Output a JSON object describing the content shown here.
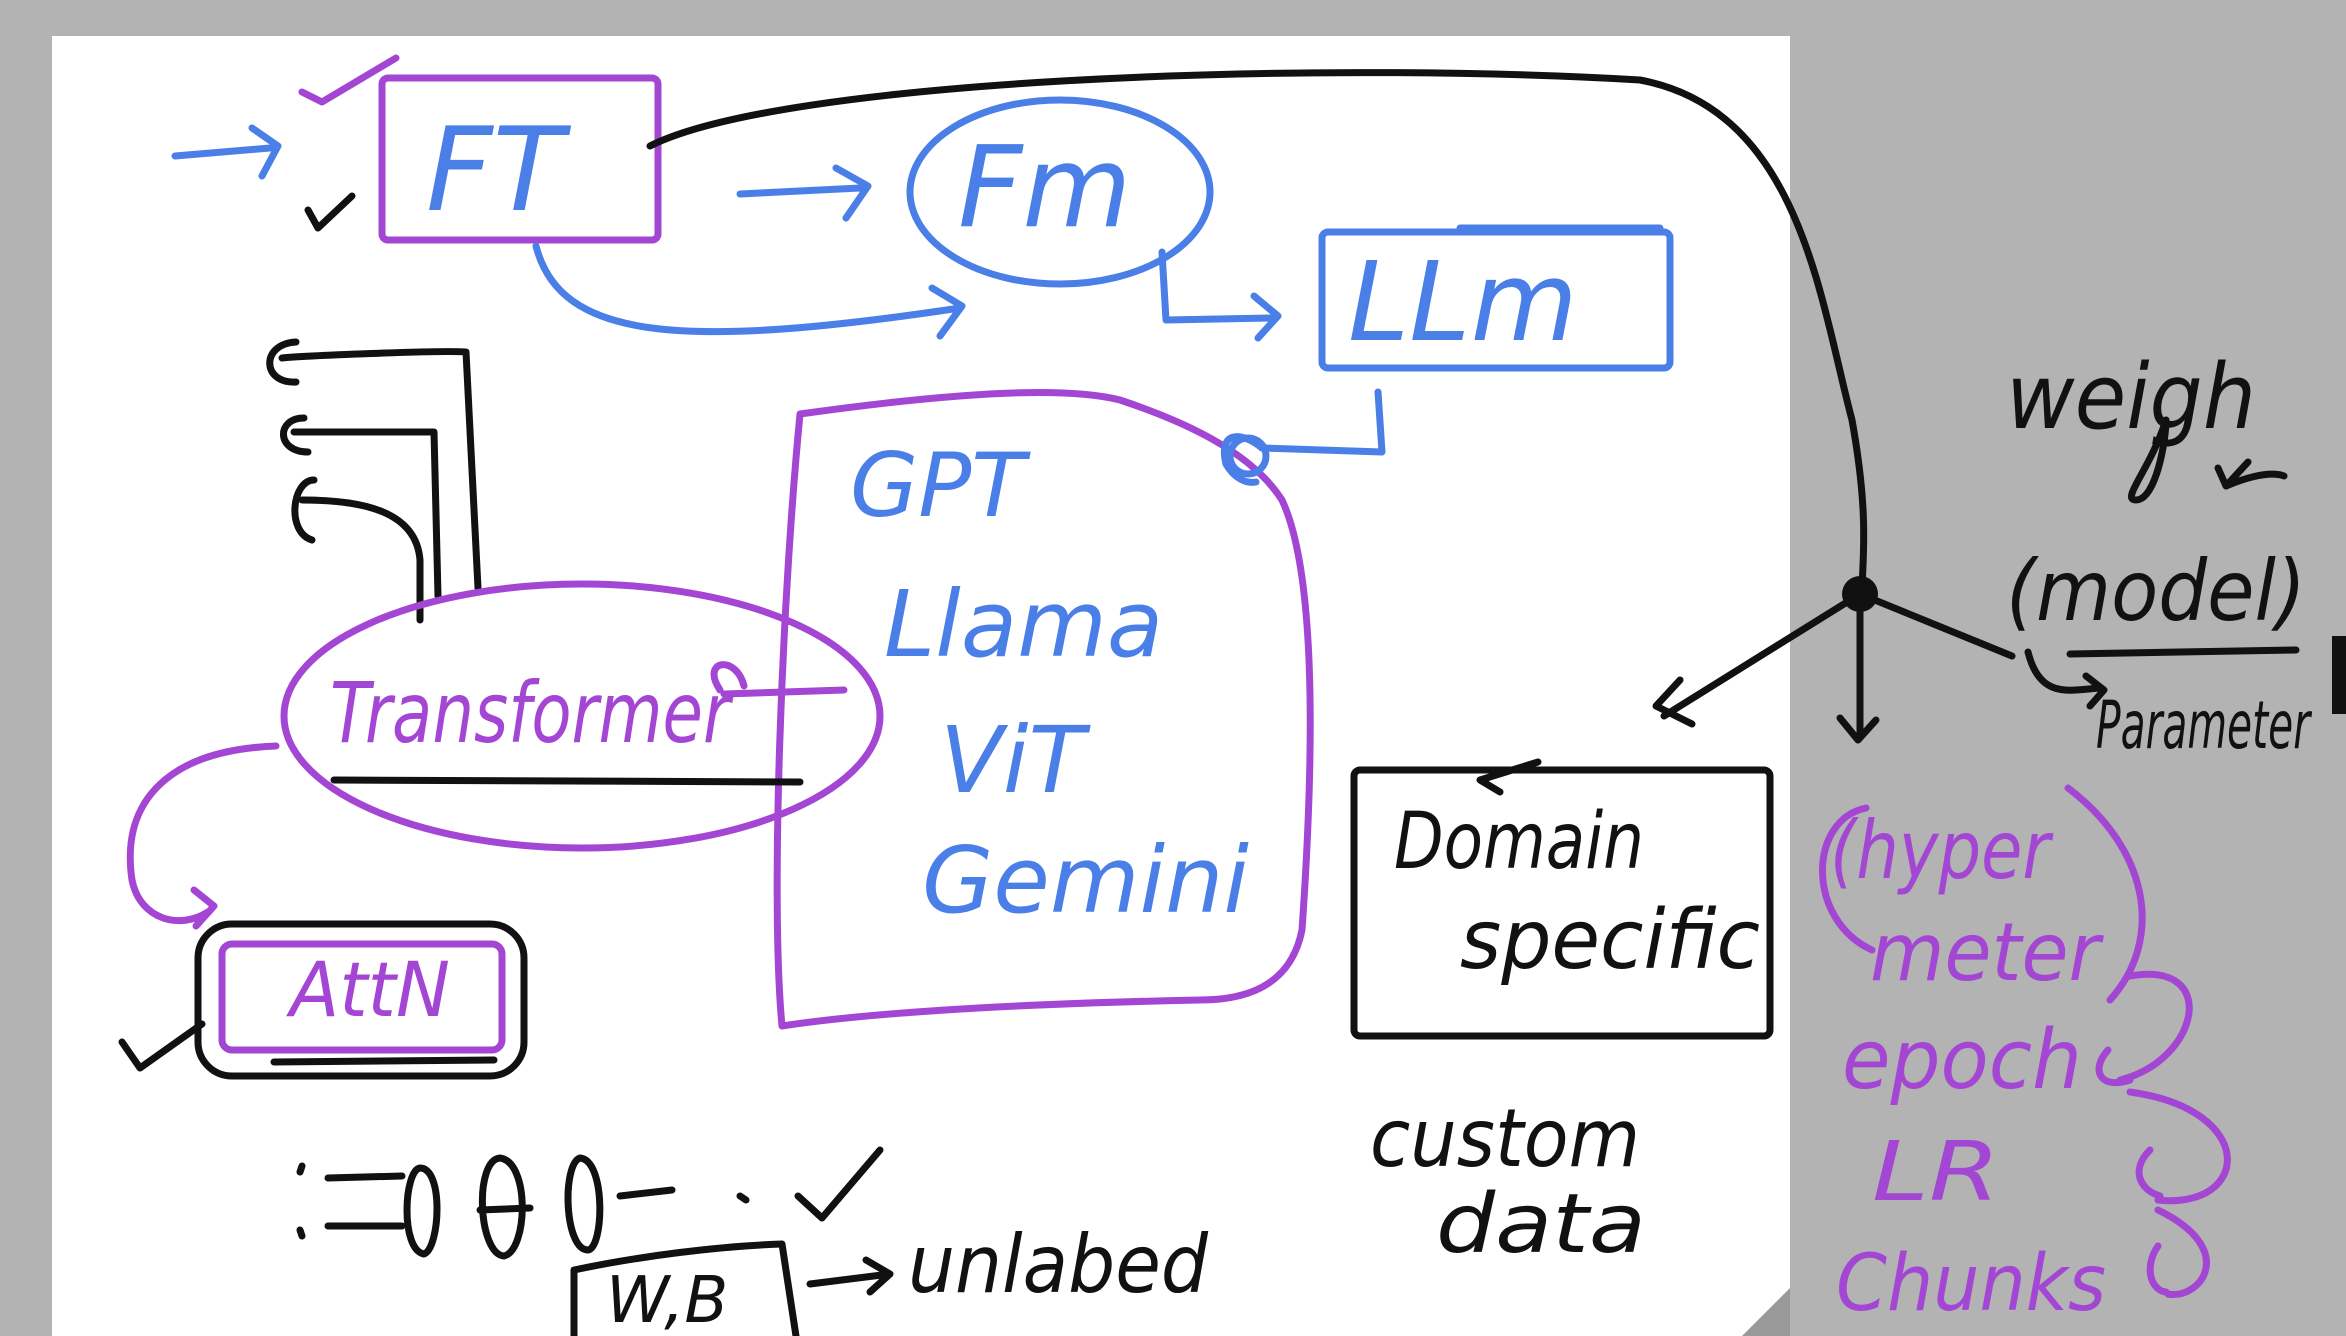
{
  "colors": {
    "blue_ink": "#4a7fe8",
    "purple_ink": "#a446d4",
    "black_ink": "#111111",
    "canvas": "#ffffff",
    "background": "#b3b3b3"
  },
  "nodes": {
    "ft": "FT",
    "fm": "Fm",
    "llm": "LLm",
    "transformer": "Transformer",
    "attn": "AttN",
    "domain_line1": "Domain",
    "domain_line2": "specific",
    "custom_line1": "custom",
    "custom_line2": "data",
    "wb": "W,B",
    "unlabeled": "unlabed"
  },
  "model_list": [
    "GPT",
    "Llama",
    "ViT",
    "Gemini"
  ],
  "right_panel": {
    "weights": "weigh",
    "model": "(model)",
    "parameters": "Parameter",
    "hyper1": "(hyper",
    "hyper2": "meter",
    "epoch": "epoch",
    "lr": "LR",
    "chunks": "Chunks"
  }
}
